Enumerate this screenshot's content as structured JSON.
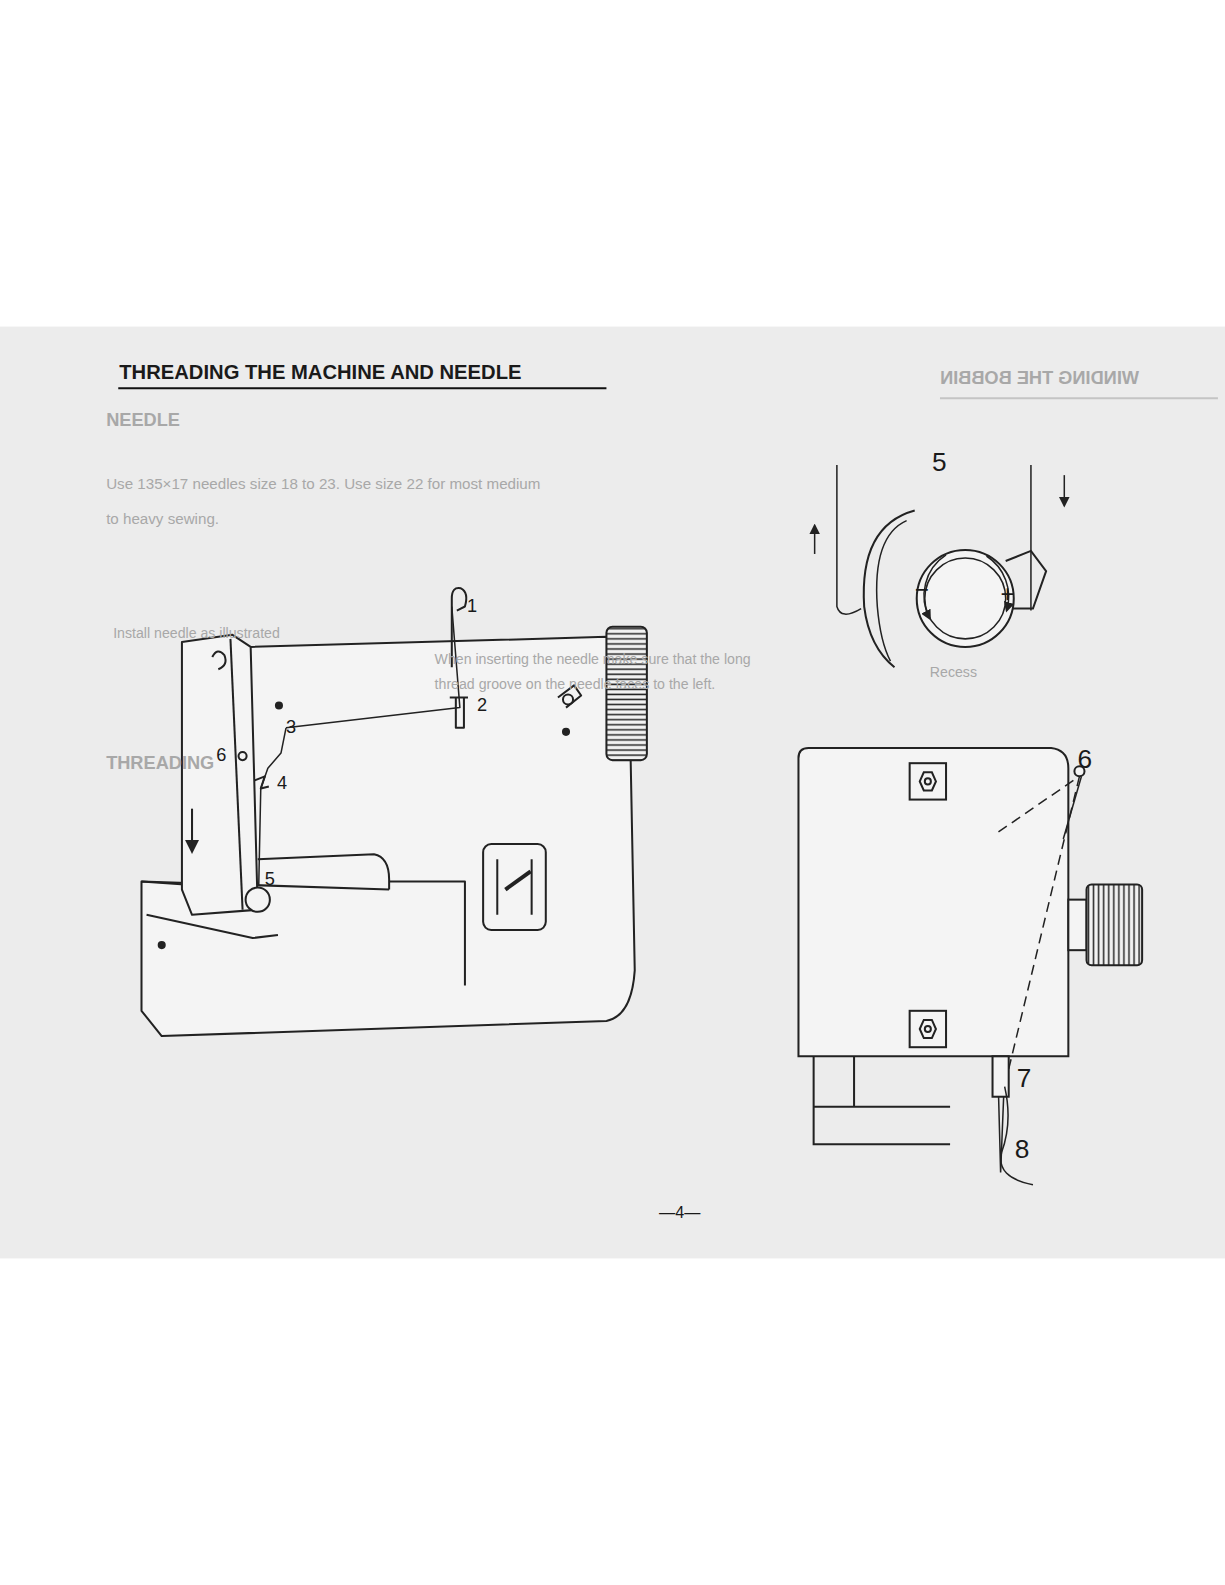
{
  "diagram": {
    "title": "THREADING THE MACHINE AND NEEDLE",
    "labels": [
      "WINDING THE BOBBIN",
      "NEEDLE",
      "5",
      "Use 135×17 needles size 18 to 23. Use size 22 for most medium to heavy sewing.",
      "−",
      "+",
      "1",
      "Install needle as illustrated",
      "When inserting the needle make sure that the long thread groove on the needle faces to the left.",
      "Recess",
      "2",
      "3",
      "6",
      "6",
      "THREADING",
      "4",
      "5",
      "7",
      "8",
      "—4—"
    ]
  }
}
